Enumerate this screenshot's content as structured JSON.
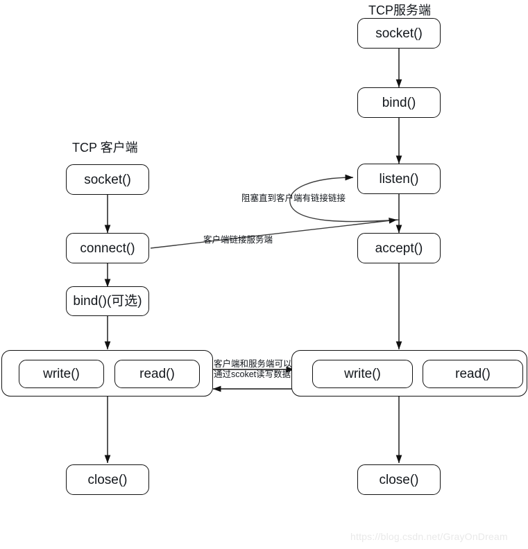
{
  "diagram": {
    "type": "flowchart",
    "titles": {
      "server": "TCP服务端",
      "client": "TCP 客户端"
    },
    "server_nodes": [
      {
        "id": "srv-socket",
        "label": "socket()"
      },
      {
        "id": "srv-bind",
        "label": "bind()"
      },
      {
        "id": "srv-listen",
        "label": "listen()"
      },
      {
        "id": "srv-accept",
        "label": "accept()"
      },
      {
        "id": "srv-write",
        "label": "write()"
      },
      {
        "id": "srv-read",
        "label": "read()"
      },
      {
        "id": "srv-close",
        "label": "close()"
      }
    ],
    "client_nodes": [
      {
        "id": "cli-socket",
        "label": "socket()"
      },
      {
        "id": "cli-connect",
        "label": "connect()"
      },
      {
        "id": "cli-bind",
        "label": "bind()(可选)"
      },
      {
        "id": "cli-write",
        "label": "write()"
      },
      {
        "id": "cli-read",
        "label": "read()"
      },
      {
        "id": "cli-close",
        "label": "close()"
      }
    ],
    "edge_labels": {
      "blocking": "阻塞直到客户端有链接链接",
      "connect_to_server": "客户端链接服务端",
      "socket_io_line1": "客户端和服务端可以",
      "socket_io_line2": "通过scoket读写数据"
    },
    "watermark": "https://blog.csdn.net/GrayOnDream",
    "colors": {
      "stroke": "#111111",
      "text": "#13171c",
      "background": "#ffffff",
      "watermark": "#e9e9e9"
    }
  }
}
